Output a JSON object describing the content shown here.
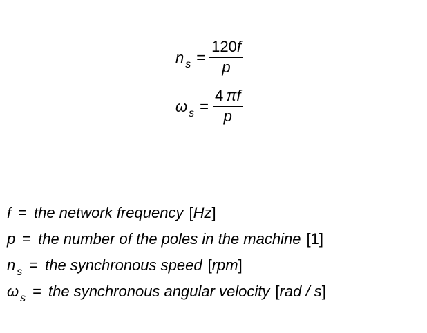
{
  "equations": [
    {
      "lhs_symbol": "n",
      "lhs_subscript": "s",
      "operator": "=",
      "numerator": "120",
      "numerator_var": "f",
      "denominator": "p"
    },
    {
      "lhs_symbol": "ω",
      "lhs_subscript": "s",
      "operator": "=",
      "numerator": "4",
      "numerator_var": "πf",
      "denominator": "p"
    }
  ],
  "definitions": [
    {
      "symbol": "f",
      "subscript": "",
      "operator": "=",
      "description": "the network frequency",
      "unit_open": "[",
      "unit": "Hz",
      "unit_close": "]"
    },
    {
      "symbol": "p",
      "subscript": "",
      "operator": "=",
      "description": "the number of the poles in the machine",
      "unit_open": "[",
      "unit": "1",
      "unit_close": "]"
    },
    {
      "symbol": "n",
      "subscript": "s",
      "operator": "=",
      "description": "the synchronous speed",
      "unit_open": "[",
      "unit": "rpm",
      "unit_close": "]"
    },
    {
      "symbol": "ω",
      "subscript": "s",
      "operator": "=",
      "description": "the synchronous angular velocity",
      "unit_open": "[",
      "unit": "rad / s",
      "unit_close": "]"
    }
  ]
}
